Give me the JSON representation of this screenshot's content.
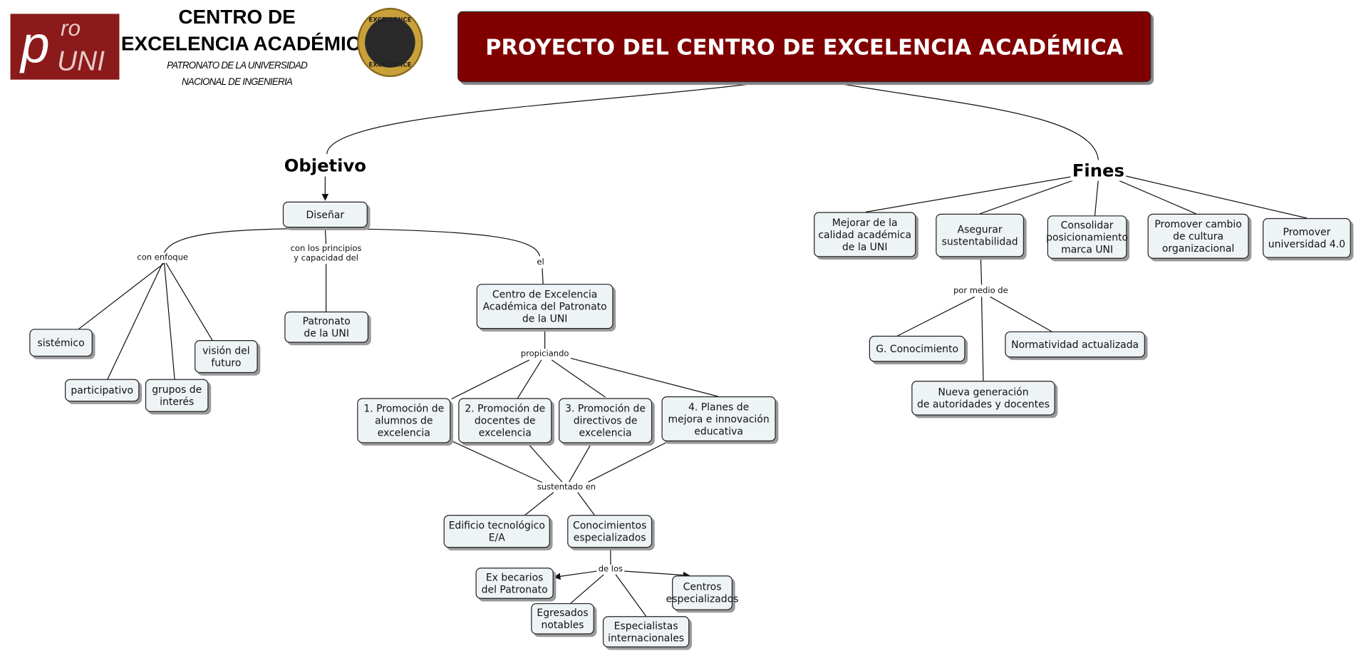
{
  "header": {
    "logo_text": "proUNI",
    "center_line1": "CENTRO DE",
    "center_line2": "EXCELENCIA ACADÉMICA",
    "sub_line1": "PATRONATO DE LA UNIVERSIDAD",
    "sub_line2": "NACIONAL DE INGENIERIA",
    "medal_text": "EXCELLENCE",
    "title": "PROYECTO DEL CENTRO DE EXCELENCIA ACADÉMICA"
  },
  "objetivo": {
    "label": "Objetivo",
    "disenar": "Diseñar",
    "link_enfoque": "con enfoque",
    "link_principios": "con los principios\ny capacidad del",
    "link_el": "el",
    "enfoques": [
      "sistémico",
      "participativo",
      "grupos de\ninterés",
      "visión del\nfuturo"
    ],
    "patronato": "Patronato\nde la UNI",
    "centro": "Centro de Excelencia\nAcadémica del Patronato\nde la UNI",
    "link_propiciando": "propiciando",
    "acciones": [
      "1. Promoción de\nalumnos de\nexcelencia",
      "2. Promoción de\ndocentes de\nexcelencia",
      "3. Promoción de\ndirectivos de\nexcelencia",
      "4. Planes de\nmejora e innovación\neducativa"
    ],
    "link_sustentado": "sustentado en",
    "edificio": "Edificio tecnológico\nE/A",
    "conocimientos": "Conocimientos\nespecializados",
    "link_delos": "de los",
    "fuentes": [
      "Ex becarios\ndel Patronato",
      "Egresados\nnotables",
      "Especialistas\ninternacionales",
      "Centros\nespecializados"
    ]
  },
  "fines": {
    "label": "Fines",
    "items": [
      "Mejorar de la\ncalidad académica\nde la UNI",
      "Asegurar\nsustentabilidad",
      "Consolidar\nposicionamiento\nmarca UNI",
      "Promover cambio\nde cultura\norganizacional",
      "Promover\nuniversidad 4.0"
    ],
    "link_medio": "por medio de",
    "medios": [
      "G. Conocimiento",
      "Normatividad actualizada",
      "Nueva generación\nde autoridades y docentes"
    ]
  },
  "colors": {
    "title_bg": "#800000",
    "node_bg": "#eef3f6",
    "logo_bg": "#8b1a1a"
  }
}
